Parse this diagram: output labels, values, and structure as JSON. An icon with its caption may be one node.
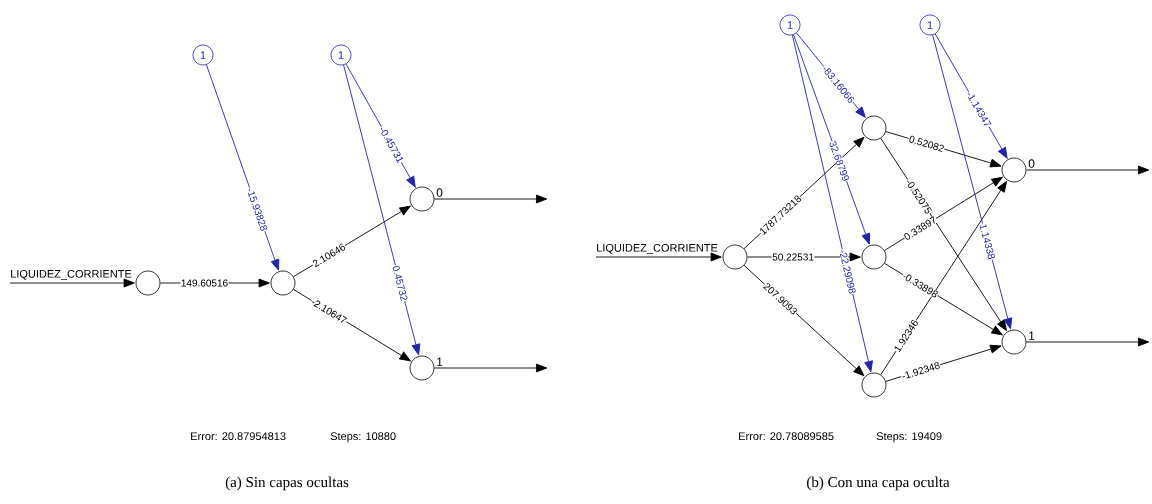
{
  "diagram": {
    "nodes": [
      {
        "text": [
          "LIQUIDEZ_CORRIENTE"
        ]
      },
      {
        "text": [],
        "shape": "circle"
      },
      {
        "text": [
          "1"
        ]
      },
      {
        "text": [
          "1"
        ]
      },
      {
        "text": [
          "0"
        ]
      },
      {
        "text": [
          "1"
        ]
      },
      {
        "text": [
          "LIQUIDEZ_CORRIENTE"
        ]
      },
      {
        "text": [
          "1"
        ]
      },
      {
        "text": [
          "1"
        ]
      },
      {
        "text": [],
        "shape": "circle"
      },
      {
        "text": [],
        "shape": "circle"
      },
      {
        "text": [],
        "shape": "circle"
      },
      {
        "text": [
          "0"
        ]
      },
      {
        "text": [
          "1"
        ]
      }
    ],
    "edges": [
      {
        "from": null,
        "to": 0,
        "arrow": "to"
      },
      {
        "from": 0,
        "to": 1,
        "arrow": "to",
        "label": "149.60516"
      },
      {
        "from": 2,
        "to": 1,
        "arrow": "to",
        "label": "-15.93828",
        "color": "#2323b4"
      },
      {
        "from": 1,
        "to": 4,
        "arrow": "to",
        "label": "2.10646"
      },
      {
        "from": 1,
        "to": 5,
        "arrow": "to",
        "label": "-2.10647"
      },
      {
        "from": 3,
        "to": 4,
        "arrow": "to",
        "label": "-0.45731",
        "color": "#2323b4"
      },
      {
        "from": 3,
        "to": 5,
        "arrow": "to",
        "label": "0.45732",
        "color": "#2323b4"
      },
      {
        "from": 4,
        "to": null,
        "arrow": "to"
      },
      {
        "from": 5,
        "to": null,
        "arrow": "to"
      },
      {
        "from": null,
        "to": 6,
        "arrow": "to"
      },
      {
        "from": 6,
        "to": 9,
        "arrow": "to",
        "label": "1787.73218"
      },
      {
        "from": 6,
        "to": 10,
        "arrow": "to",
        "label": "50.22531"
      },
      {
        "from": 6,
        "to": 11,
        "arrow": "to",
        "label": "207.9093"
      },
      {
        "from": 7,
        "to": 9,
        "arrow": "to",
        "label": "-83.16066",
        "color": "#2323b4"
      },
      {
        "from": 7,
        "to": 10,
        "arrow": "to",
        "label": "32.68799",
        "color": "#2323b4"
      },
      {
        "from": 7,
        "to": 11,
        "arrow": "to",
        "label": "-22.29098",
        "color": "#2323b4"
      },
      {
        "from": 9,
        "to": 12,
        "arrow": "to",
        "label": "0.52082"
      },
      {
        "from": 9,
        "to": 13,
        "arrow": "to",
        "label": "-0.52075"
      },
      {
        "from": 10,
        "to": 12,
        "arrow": "to",
        "label": "0.33897"
      },
      {
        "from": 10,
        "to": 13,
        "arrow": "to",
        "label": "-0.33898"
      },
      {
        "from": 11,
        "to": 12,
        "arrow": "to",
        "label": "1.92346"
      },
      {
        "from": 11,
        "to": 13,
        "arrow": "to",
        "label": "-1.92348"
      },
      {
        "from": 8,
        "to": 12,
        "arrow": "to",
        "label": "-1.14347",
        "color": "#2323b4"
      },
      {
        "from": 8,
        "to": 13,
        "arrow": "to",
        "label": "1.14338",
        "color": "#2323b4"
      },
      {
        "from": 12,
        "to": null,
        "arrow": "to"
      },
      {
        "from": 13,
        "to": null,
        "arrow": "to"
      }
    ],
    "labels": [
      "Error: 20.87954813",
      "Steps: 10880",
      "Error: 20.78089585",
      "Steps: 19409",
      "(a) Sin capas ocultas",
      "(b) Con una capa oculta"
    ]
  }
}
